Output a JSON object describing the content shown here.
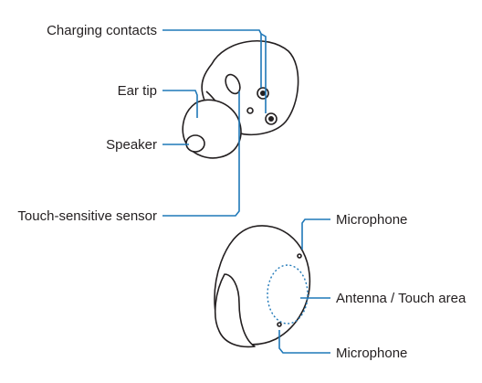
{
  "labels": {
    "charging_contacts": "Charging contacts",
    "ear_tip": "Ear tip",
    "speaker": "Speaker",
    "touch_sensor": "Touch-sensitive sensor",
    "microphone_top": "Microphone",
    "antenna_touch_area": "Antenna / Touch area",
    "microphone_bottom": "Microphone"
  },
  "colors": {
    "leader_line": "#1f78b8",
    "outline": "#231f20",
    "text": "#231f20"
  }
}
